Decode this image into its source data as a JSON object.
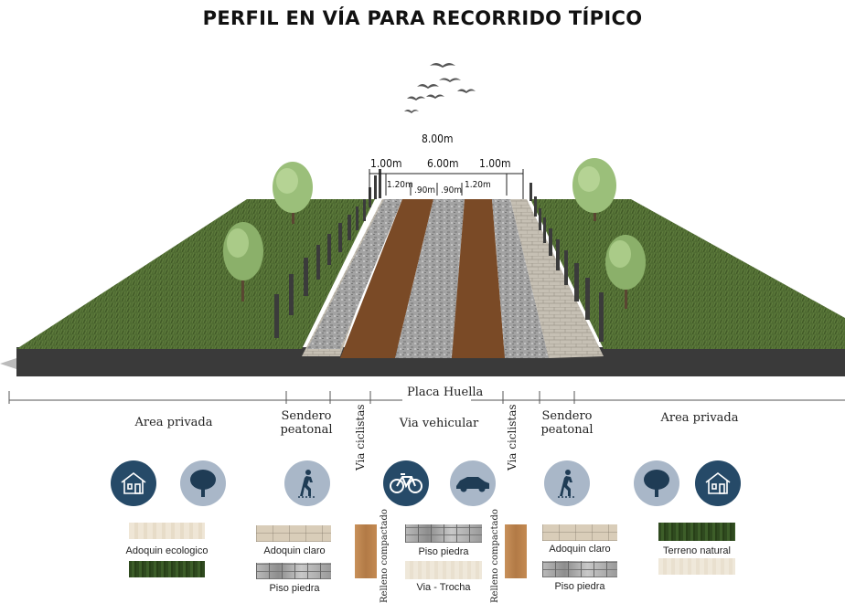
{
  "title": "PERFIL EN VÍA PARA RECORRIDO TÍPICO",
  "dimensions": {
    "total": "8.00m",
    "left_side": "1.00m",
    "middle": "6.00m",
    "right_side": "1.00m",
    "left_inner": "1.20m",
    "center_left": ".90m",
    "center_right": ".90m",
    "right_inner": "1.20m"
  },
  "zones": {
    "placa_huella": "Placa Huella",
    "area_privada_left": "Area privada",
    "sendero_left_line1": "Sendero",
    "sendero_left_line2": "peatonal",
    "via_ciclistas_left": "Via ciclistas",
    "via_vehicular": "Via vehicular",
    "via_ciclistas_right": "Via ciclistas",
    "sendero_right_line1": "Sendero",
    "sendero_right_line2": "peatonal",
    "area_privada_right": "Area privada"
  },
  "materials": {
    "adoquin_ecologico": "Adoquin ecologico",
    "adoquin_claro_left": "Adoquin claro",
    "piso_piedra_left": "Piso piedra",
    "relleno_left": "Relleno compactado",
    "piso_piedra_center": "Piso piedra",
    "via_trocha": "Via - Trocha",
    "relleno_right": "Relleno compactado",
    "adoquin_claro_right": "Adoquin claro",
    "piso_piedra_right": "Piso piedra",
    "terreno_natural": "Terreno natural"
  },
  "icons": [
    {
      "name": "house-icon",
      "style": "dark"
    },
    {
      "name": "tree-icon",
      "style": "light"
    },
    {
      "name": "pedestrian-icon",
      "style": "light"
    },
    {
      "name": "bicycle-icon",
      "style": "dark"
    },
    {
      "name": "car-icon",
      "style": "light"
    },
    {
      "name": "pedestrian-icon",
      "style": "light"
    },
    {
      "name": "tree-icon",
      "style": "light"
    },
    {
      "name": "house-icon",
      "style": "dark"
    }
  ],
  "colors": {
    "icon_dark": "#264a68",
    "icon_light": "#a9b7c8",
    "grass": "#4f6b32",
    "dirt_track": "#7a4a26",
    "stone": "#9a9a9a",
    "base": "#3c3c3c"
  }
}
